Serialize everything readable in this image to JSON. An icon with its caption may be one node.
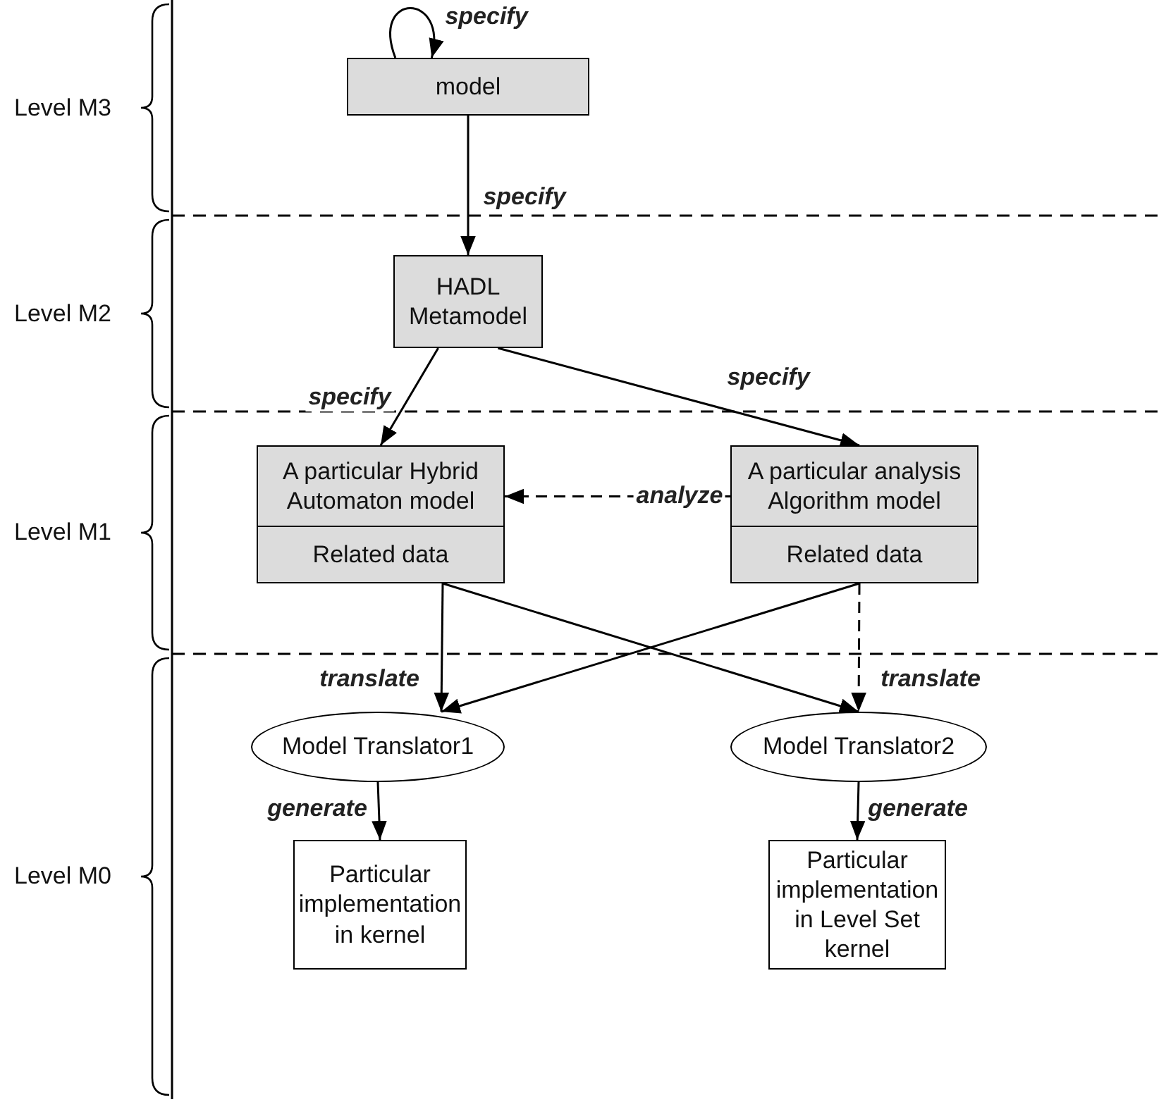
{
  "diagram": {
    "nodes": [
      {
        "text": [
          "model"
        ]
      },
      {
        "text": [
          "HADL Metamodel"
        ]
      },
      {
        "text": [
          "A particular Hybrid Automaton model",
          "Related data"
        ]
      },
      {
        "text": [
          "A particular analysis Algorithm model",
          "Related data"
        ]
      },
      {
        "text": [
          "Model Translator1"
        ]
      },
      {
        "text": [
          "Model Translator2"
        ]
      },
      {
        "text": [
          "Particular implementation in kernel"
        ]
      },
      {
        "text": [
          "Particular implementation in Level Set kernel"
        ]
      }
    ],
    "edges": [
      {
        "from": 0,
        "to": 0,
        "arrow": "to",
        "label": "specify"
      },
      {
        "from": 0,
        "to": 1,
        "arrow": "to",
        "label": "specify"
      },
      {
        "from": 1,
        "to": 2,
        "arrow": "to",
        "label": "specify"
      },
      {
        "from": 1,
        "to": 3,
        "arrow": "to",
        "label": "specify"
      },
      {
        "from": 3,
        "to": 2,
        "arrow": "to",
        "label": "analyze",
        "style": "dashed"
      },
      {
        "from": 2,
        "to": 4,
        "arrow": "to",
        "label": "translate"
      },
      {
        "from": 2,
        "to": 5,
        "arrow": "to"
      },
      {
        "from": 3,
        "to": 4,
        "arrow": "to"
      },
      {
        "from": 3,
        "to": 5,
        "arrow": "to",
        "label": "translate",
        "style": "dashed"
      },
      {
        "from": 4,
        "to": 6,
        "arrow": "to",
        "label": "generate"
      },
      {
        "from": 5,
        "to": 7,
        "arrow": "to",
        "label": "generate"
      }
    ],
    "labels": [
      "Level M3",
      "Level M2",
      "Level M1",
      "Level M0"
    ]
  }
}
